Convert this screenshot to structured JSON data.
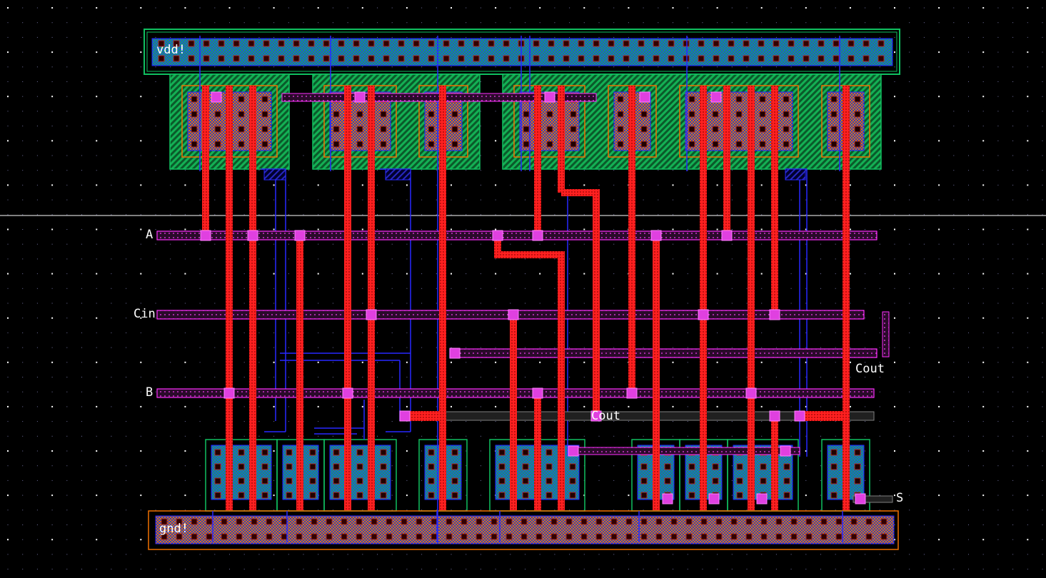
{
  "window": {
    "type": "layout-editor-canvas"
  },
  "labels": {
    "vdd": "vdd!",
    "gnd": "gnd!",
    "a": "A",
    "cin": "Cin",
    "b": "B",
    "cout_right": "Cout",
    "cout_mid": "Cout",
    "s": "S"
  },
  "colors": {
    "background": "#000000",
    "poly": "#ff1a1a",
    "metal1": "#2020ff",
    "metal2": "#ff30ff",
    "nwell": "#10c060",
    "pdiff": "#f07000",
    "ndiff": "#20b080",
    "grid_dot": "#8080a0"
  }
}
